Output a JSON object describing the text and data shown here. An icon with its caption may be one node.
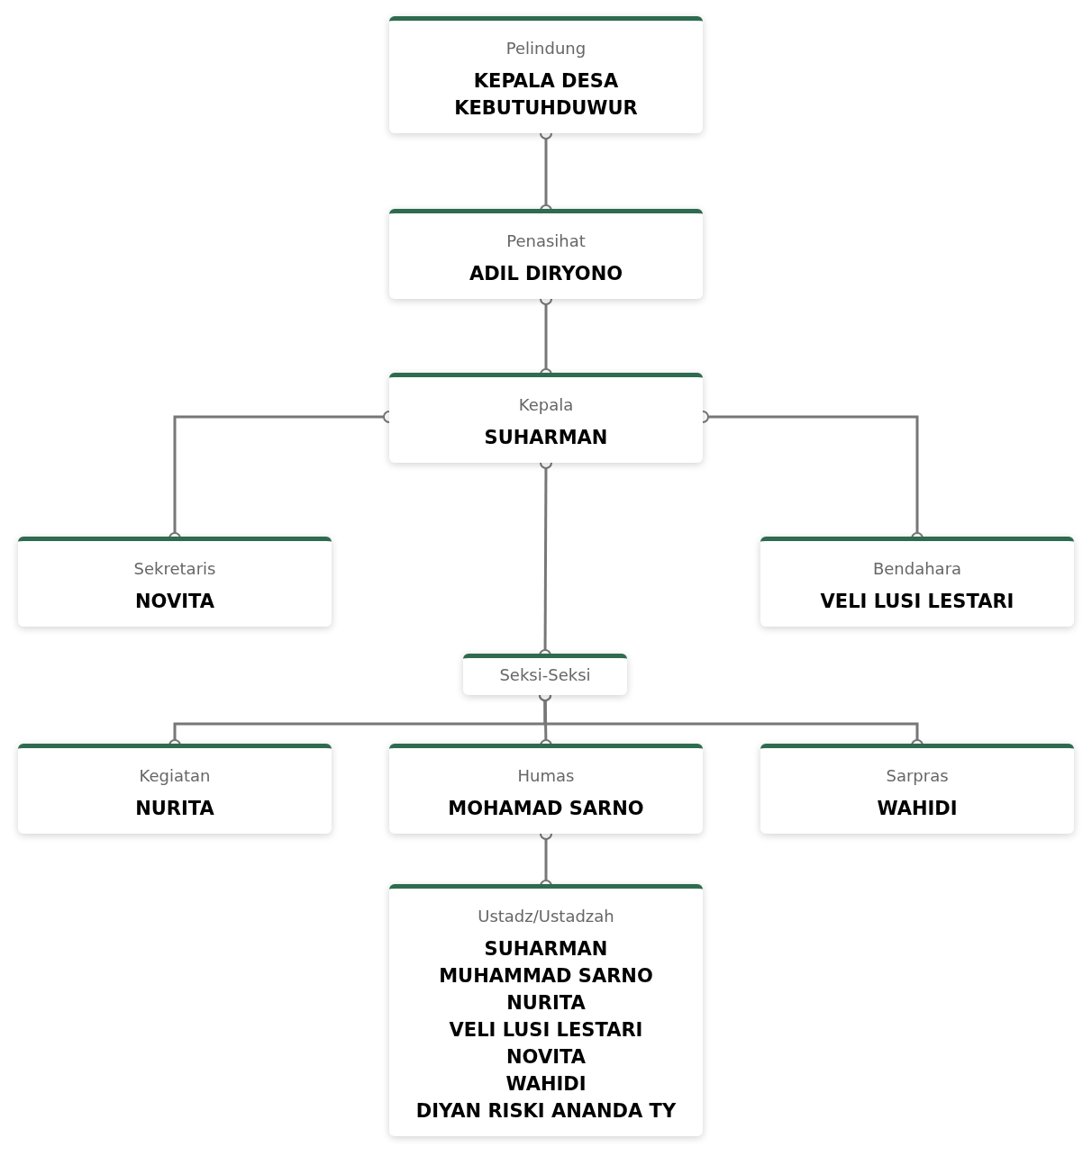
{
  "diagram": {
    "nodes": [
      {
        "text": [
          "Pelindung",
          "KEPALA DESA KEBUTUHDUWUR"
        ]
      },
      {
        "text": [
          "Penasihat",
          "ADIL DIRYONO"
        ]
      },
      {
        "text": [
          "Kepala",
          "SUHARMAN"
        ]
      },
      {
        "text": [
          "Sekretaris",
          "NOVITA"
        ]
      },
      {
        "text": [
          "Bendahara",
          "VELI LUSI LESTARI"
        ]
      },
      {
        "text": [
          "Seksi-Seksi"
        ]
      },
      {
        "text": [
          "Kegiatan",
          "NURITA"
        ]
      },
      {
        "text": [
          "Humas",
          "MOHAMAD SARNO"
        ]
      },
      {
        "text": [
          "Sarpras",
          "WAHIDI"
        ]
      },
      {
        "text": [
          "Ustadz/Ustadzah",
          "SUHARMAN",
          "MUHAMMAD SARNO",
          "NURITA",
          "VELI LUSI LESTARI",
          "NOVITA",
          "WAHIDI",
          "DIYAN RISKI ANANDA TY"
        ]
      }
    ],
    "edges": [
      {
        "from": 0,
        "to": 1,
        "arrow": "other"
      },
      {
        "from": 1,
        "to": 2,
        "arrow": "other"
      },
      {
        "from": 2,
        "to": 3,
        "arrow": "other"
      },
      {
        "from": 2,
        "to": 4,
        "arrow": "other"
      },
      {
        "from": 2,
        "to": 5,
        "arrow": "other"
      },
      {
        "from": 5,
        "to": 6,
        "arrow": "other"
      },
      {
        "from": 5,
        "to": 7,
        "arrow": "other"
      },
      {
        "from": 5,
        "to": 8,
        "arrow": "other"
      },
      {
        "from": 7,
        "to": 9,
        "arrow": "other"
      }
    ]
  }
}
